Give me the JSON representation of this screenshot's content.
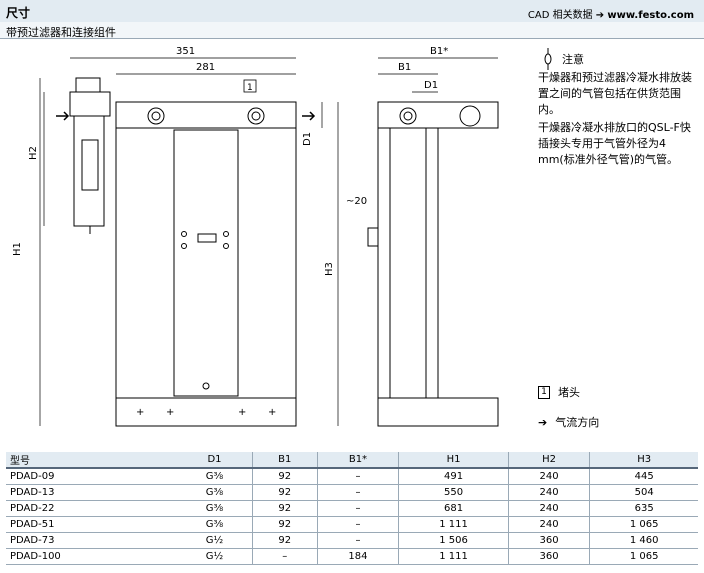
{
  "header": {
    "title": "尺寸",
    "cad_link_prefix": "CAD 相关数据",
    "cad_link_url": "www.festo.com",
    "subtitle": "带预过滤器和连接组件"
  },
  "drawing_labels": {
    "dim_351": "351",
    "dim_281": "281",
    "dim_b1star": "B1*",
    "dim_b1": "B1",
    "dim_d1_top": "D1",
    "dim_d1_side": "D1",
    "dim_h1": "H1",
    "dim_h2": "H2",
    "dim_h3": "H3",
    "dim_20": "~20",
    "callout_1": "1"
  },
  "notes": {
    "note_label": "注意",
    "note_text_1": "干燥器和预过滤器冷凝水排放装置之间的气管包括在供货范围内。",
    "note_text_2": "干燥器冷凝水排放口的QSL-F快插接头专用于气管外径为4 mm(标准外径气管)的气管。"
  },
  "legend": {
    "item1_key": "1",
    "item1_text": "堵头",
    "item2_text": "气流方向"
  },
  "table": {
    "headers": [
      "型号",
      "D1",
      "B1",
      "B1*",
      "H1",
      "H2",
      "H3"
    ],
    "rows": [
      [
        "PDAD-09",
        "G⅜",
        "92",
        "–",
        "491",
        "240",
        "445"
      ],
      [
        "PDAD-13",
        "G⅜",
        "92",
        "–",
        "550",
        "240",
        "504"
      ],
      [
        "PDAD-22",
        "G⅜",
        "92",
        "–",
        "681",
        "240",
        "635"
      ],
      [
        "PDAD-51",
        "G⅜",
        "92",
        "–",
        "1 111",
        "240",
        "1 065"
      ],
      [
        "PDAD-73",
        "G½",
        "92",
        "–",
        "1 506",
        "360",
        "1 460"
      ],
      [
        "PDAD-100",
        "G½",
        "–",
        "184",
        "1 111",
        "360",
        "1 065"
      ]
    ]
  }
}
